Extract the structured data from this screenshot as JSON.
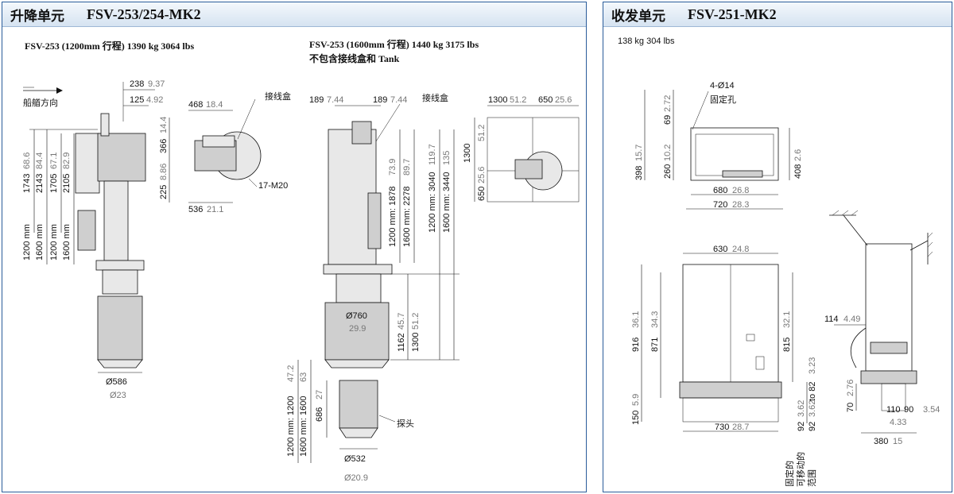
{
  "left_panel": {
    "title": "升降单元",
    "model": "FSV-253/254-MK2",
    "spec1": "FSV-253 (1200mm 行程)  1390 kg  3064 lbs",
    "spec2": "FSV-253 (1600mm 行程)  1440 kg  3175 lbs",
    "spec2_note": "不包含接线盒和 Tank",
    "labels": {
      "direction": "船艏方向",
      "junction_box_1": "接线盒",
      "junction_box_2": "接线盒",
      "bolts": "17-M20",
      "probe": "探头"
    },
    "dims": {
      "d238": "238",
      "d238_in": "9.37",
      "d125": "125",
      "d125_in": "4.92",
      "d468": "468",
      "d468_in": "18.4",
      "d366": "366",
      "d366_in": "14.4",
      "d225": "225",
      "d225_in": "8.86",
      "d536": "536",
      "d536_in": "21.1",
      "d1743": "1743",
      "d1743_in": "68.6",
      "d2143": "2143",
      "d2143_in": "84.4",
      "d1705": "1705",
      "d1705_in": "67.1",
      "d2105": "2105",
      "d2105_in": "82.9",
      "m1200": "1200 mm",
      "m1600": "1600 mm",
      "m1200b": "1200 mm",
      "m1600b": "1600 mm",
      "d586": "Ø586",
      "d586_in": "Ø23",
      "d189a": "189",
      "d189a_in": "7.44",
      "d189b": "189",
      "d189b_in": "7.44",
      "s1878": "1200 mm: 1878",
      "s1878_in": "73.9",
      "s2278": "1600 mm: 2278",
      "s2278_in": "89.7",
      "s3040": "1200 mm: 3040",
      "s3040_in": "119.7",
      "s3440": "1600 mm: 3440",
      "s3440_in": "135",
      "d1162": "1162",
      "d1162_in": "45.7",
      "d1300v": "1300",
      "d1300v_in": "51.2",
      "d760": "Ø760",
      "d760_in": "29.9",
      "s1200t": "1200 mm: 1200",
      "s1200t_in": "47.2",
      "s1600t": "1600 mm: 1600",
      "s1600t_in": "63",
      "d686": "686",
      "d686_in": "27",
      "d532": "Ø532",
      "d532_in": "Ø20.9",
      "d1300h": "1300",
      "d1300h_in": "51.2",
      "d650h": "650",
      "d650h_in": "25.6",
      "d1300r": "1300",
      "d1300r_in": "51.2",
      "d650r": "650",
      "d650r_in": "25.6"
    }
  },
  "right_panel": {
    "title": "收发单元",
    "model": "FSV-251-MK2",
    "weight": "138 kg 304 lbs",
    "labels": {
      "holes": "4-Ø14",
      "holes_cn": "固定孔",
      "range_1": "固定的",
      "range_2": "可移动的",
      "range_3": "范围"
    },
    "dims": {
      "d69": "69",
      "d69_in": "2.72",
      "d260": "260",
      "d260_in": "10.2",
      "d398": "398",
      "d398_in": "15.7",
      "d408": "408",
      "d408_in": "2.6",
      "d680": "680",
      "d680_in": "26.8",
      "d720": "720",
      "d720_in": "28.3",
      "d630": "630",
      "d630_in": "24.8",
      "d916": "916",
      "d916_in": "36.1",
      "d871": "871",
      "d871_in": "34.3",
      "d815": "815",
      "d815_in": "32.1",
      "d150": "150",
      "d150_in": "5.9",
      "d730": "730",
      "d730_in": "28.7",
      "d92a": "92",
      "d92a_in": "3.62",
      "d92b": "92",
      "d92b_in": "3.62",
      "to82": "to 82",
      "to82_in": "3.23",
      "d114": "114",
      "d114_in": "4.49",
      "d70": "70",
      "d70_in": "2.76",
      "d110": "110",
      "d90": "90",
      "d90_in": "3.54",
      "d433": "4.33",
      "d380": "380",
      "d380_in": "15"
    }
  }
}
